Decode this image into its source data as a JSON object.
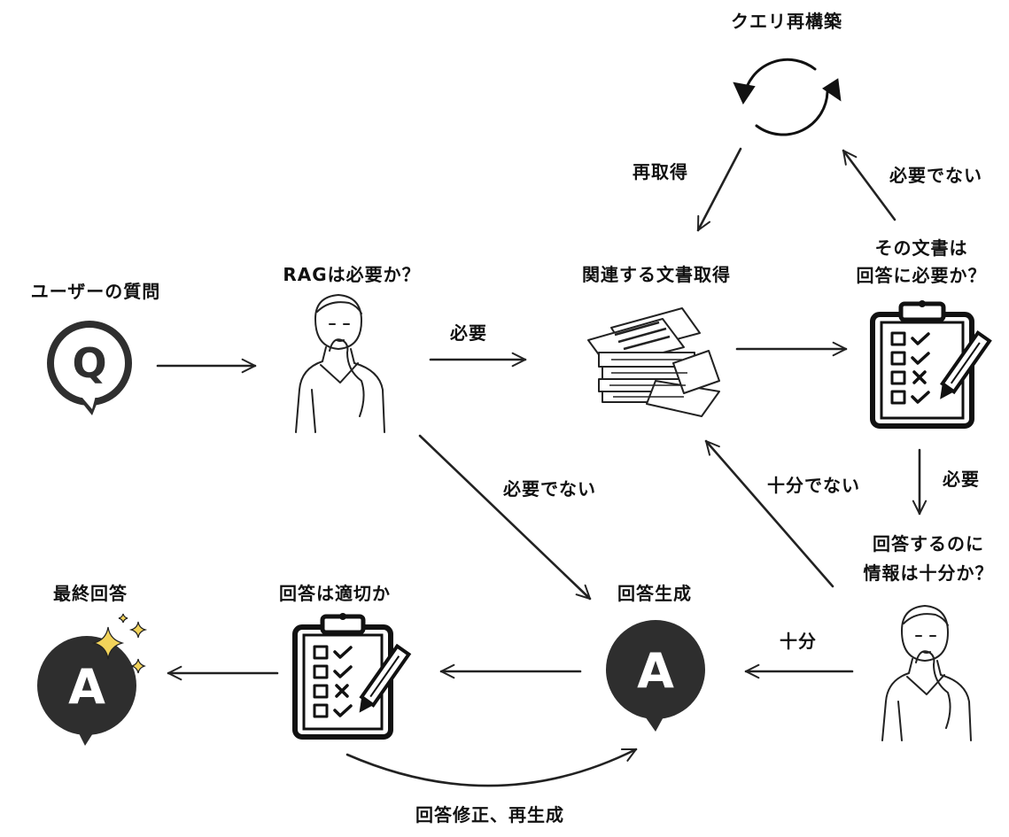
{
  "nodes": {
    "user_question": "ユーザーの質問",
    "rag_needed": "RAGは必要か？",
    "retrieve_docs": "関連する文書取得",
    "doc_needed_line1": "その文書は",
    "doc_needed_line2": "回答に必要か？",
    "query_rewrite": "クエリ再構築",
    "info_sufficient_line1": "回答するのに",
    "info_sufficient_line2": "情報は十分か？",
    "generate_answer": "回答生成",
    "answer_appropriate": "回答は適切か",
    "final_answer": "最終回答"
  },
  "edges": {
    "rag_to_retrieve": "必要",
    "rag_to_generate": "必要でない",
    "doc_to_rewrite": "必要でない",
    "rewrite_to_retrieve": "再取得",
    "doc_to_info": "必要",
    "info_to_retrieve": "十分でない",
    "info_to_generate": "十分",
    "revise_regenerate": "回答修正、再生成"
  },
  "icons": {
    "q_letter": "Q",
    "a_letter": "A",
    "final_a_letter": "A"
  }
}
